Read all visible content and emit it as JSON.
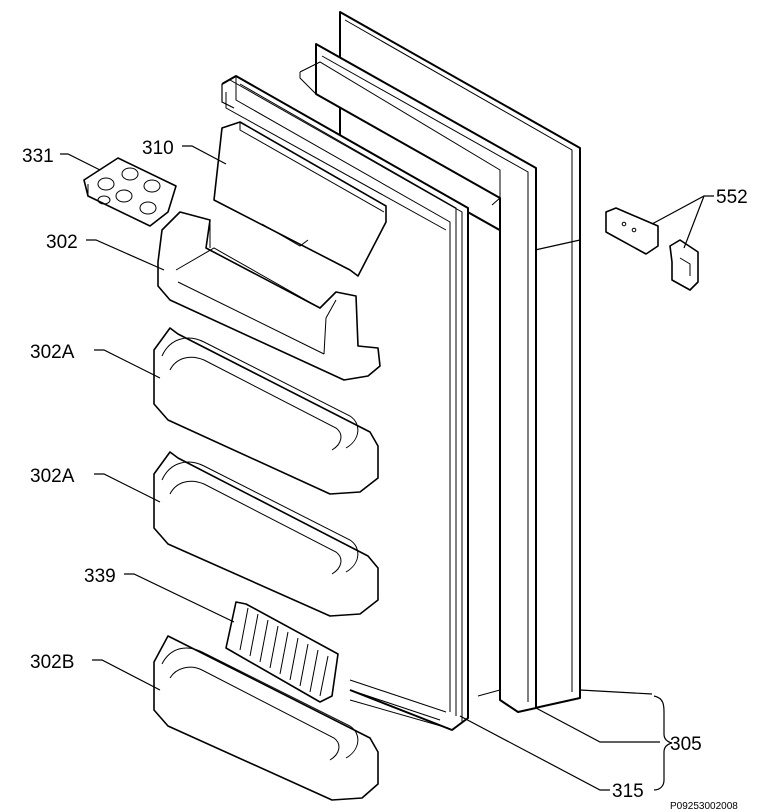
{
  "labels": {
    "p331": "331",
    "p310": "310",
    "p302": "302",
    "p302a_1": "302A",
    "p302a_2": "302A",
    "p339": "339",
    "p302b": "302B",
    "p552": "552",
    "p305": "305",
    "p315": "315"
  },
  "drawing_code": "P09253002008"
}
